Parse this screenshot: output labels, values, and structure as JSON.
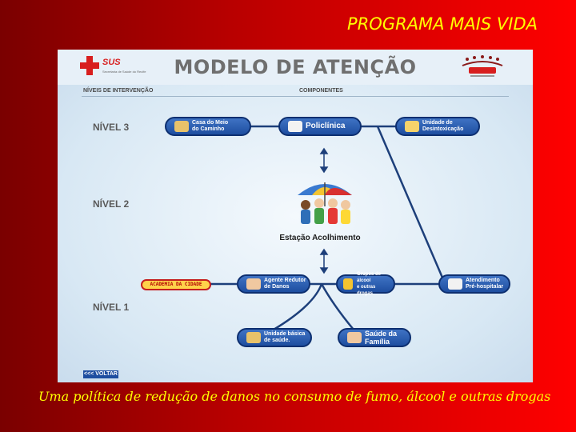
{
  "slide": {
    "title": "PROGRAMA MAIS VIDA",
    "caption": "Uma política de redução de danos no consumo de fumo, álcool e outras drogas"
  },
  "panel": {
    "title": "MODELO DE ATENÇÃO",
    "sus_logo_text": "SUS",
    "sus_subtext": "Secretaria de Saúde do Recife",
    "left_header": "NÍVEIS DE INTERVENÇÃO",
    "right_header": "COMPONENTES",
    "levels": [
      "NÍVEL 3",
      "NÍVEL 2",
      "NÍVEL 1"
    ],
    "nodes": {
      "casa": "Casa do Meio\ndo Caminho",
      "policlinica": "Policlínica",
      "desintox": "Unidade de\nDesintoxicação",
      "agente": "Agente Redutor\nde Danos",
      "grupos": "Grupos de álcool\ne outras drogas.",
      "atendimento": "Atendimento\nPré-hospitalar",
      "unidade_basica": "Unidade básica\nde saúde.",
      "saude_familia": "Saúde da\nFamília"
    },
    "academia": "ACADEMIA DA CIDADE",
    "estacao": "Estação Acolhimento",
    "back_button": "<<< VOLTAR"
  },
  "colors": {
    "node_fill": "#1e4ea0",
    "title_text": "#ffff00",
    "academia_fill": "#ffd24a"
  }
}
